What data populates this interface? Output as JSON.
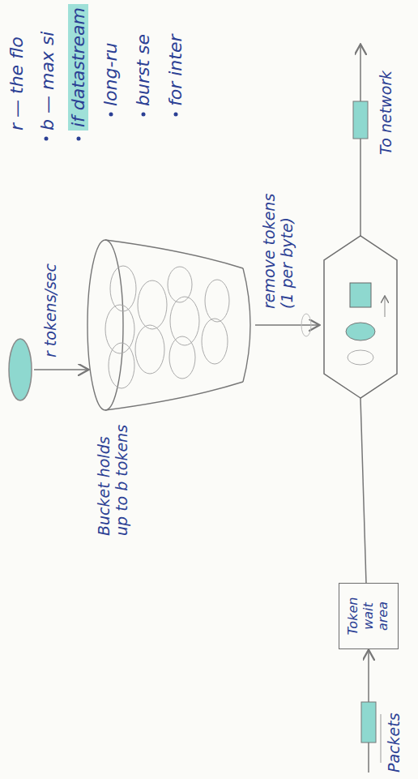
{
  "diagram": {
    "nodes": [
      {
        "text": [
          "Token wait area"
        ]
      }
    ],
    "labels": [
      "r tokens/sec",
      "Bucket holds up to b tokens",
      "remove tokens (1 per byte)",
      "Packets",
      "To network",
      "r — the flo",
      "b — max si",
      "if datastream",
      "long-ru",
      "burst se",
      "for inter"
    ]
  }
}
